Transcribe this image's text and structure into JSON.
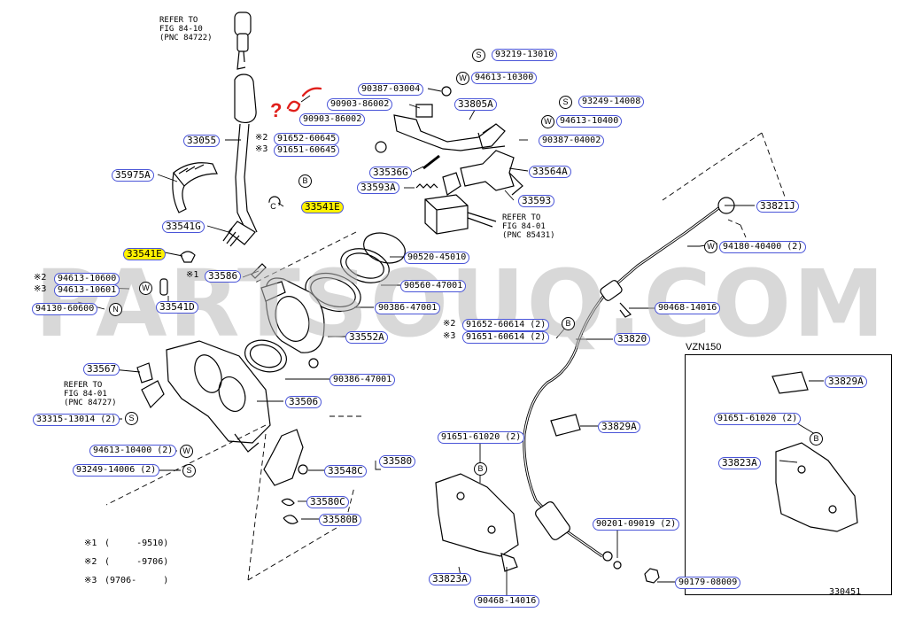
{
  "watermark": "PARTSOUQ.COM",
  "figure_number": "330451",
  "inset": {
    "title": "VZN150"
  },
  "references": [
    {
      "text": "REFER TO\nFIG 84-10\n(PNC 84722)"
    },
    {
      "text": "REFER TO\nFIG 84-01\n(PNC 85431)"
    },
    {
      "text": "REFER TO\nFIG 84-01\n(PNC 84727)"
    }
  ],
  "footnotes": [
    {
      "mark": "※1",
      "text": "(     -9510)"
    },
    {
      "mark": "※2",
      "text": "(     -9706)"
    },
    {
      "mark": "※3",
      "text": "(9706-     )"
    }
  ],
  "annotation": {
    "text": "?"
  },
  "symbols": {
    "S": "S",
    "W": "W",
    "C": "C",
    "B": "B",
    "N": "N"
  },
  "markers": {
    "m1": "※1",
    "m2": "※2",
    "m3": "※3"
  },
  "parts": {
    "p93219_13010": "93219-13010",
    "p94613_10300": "94613-10300",
    "p90387_03004": "90387-03004",
    "p90903_86002a": "90903-86002",
    "p90903_86002b": "90903-86002",
    "p33805A": "33805A",
    "p93249_14008": "93249-14008",
    "p94613_10400": "94613-10400",
    "p90387_04002": "90387-04002",
    "p91652_60645": "91652-60645",
    "p91651_60645": "91651-60645",
    "p33055": "33055",
    "p35975A": "35975A",
    "p33536G": "33536G",
    "p33564A": "33564A",
    "p33593A": "33593A",
    "p33593": "33593",
    "p33541E_top": "33541E",
    "p33541G": "33541G",
    "p33821J": "33821J",
    "p33541E_left": "33541E",
    "p90520_45010": "90520-45010",
    "p94180_40400": "94180-40400 (2)",
    "p94613_10600": "94613-10600",
    "p94613_10601": "94613-10601",
    "p33586": "33586",
    "p90560_47001": "90560-47001",
    "p94130_60600": "94130-60600",
    "p33541D": "33541D",
    "p90386_47001a": "90386-47001",
    "p90468_14016a": "90468-14016",
    "p91652_60614": "91652-60614 (2)",
    "p91651_60614": "91651-60614 (2)",
    "p33552A": "33552A",
    "p33820": "33820",
    "p33567": "33567",
    "p90386_47001b": "90386-47001",
    "p33829A_inset": "33829A",
    "p33506": "33506",
    "p33315_13014": "33315-13014 (2)",
    "p33829A": "33829A",
    "p91651_61020_inset": "91651-61020 (2)",
    "p91651_61020": "91651-61020 (2)",
    "p94613_10400b": "94613-10400 (2)",
    "p33580": "33580",
    "p93249_14006": "93249-14006 (2)",
    "p33548C": "33548C",
    "p33823A_inset": "33823A",
    "p33580C": "33580C",
    "p33580B": "33580B",
    "p90201_09019": "90201-09019 (2)",
    "p33823A": "33823A",
    "p90179_08009": "90179-08009",
    "p90468_14016b": "90468-14016"
  },
  "colors": {
    "label_border": "#4a55d8",
    "highlight": "#fff200",
    "annotation": "#e0201c",
    "watermark": "#b9b9b9"
  }
}
